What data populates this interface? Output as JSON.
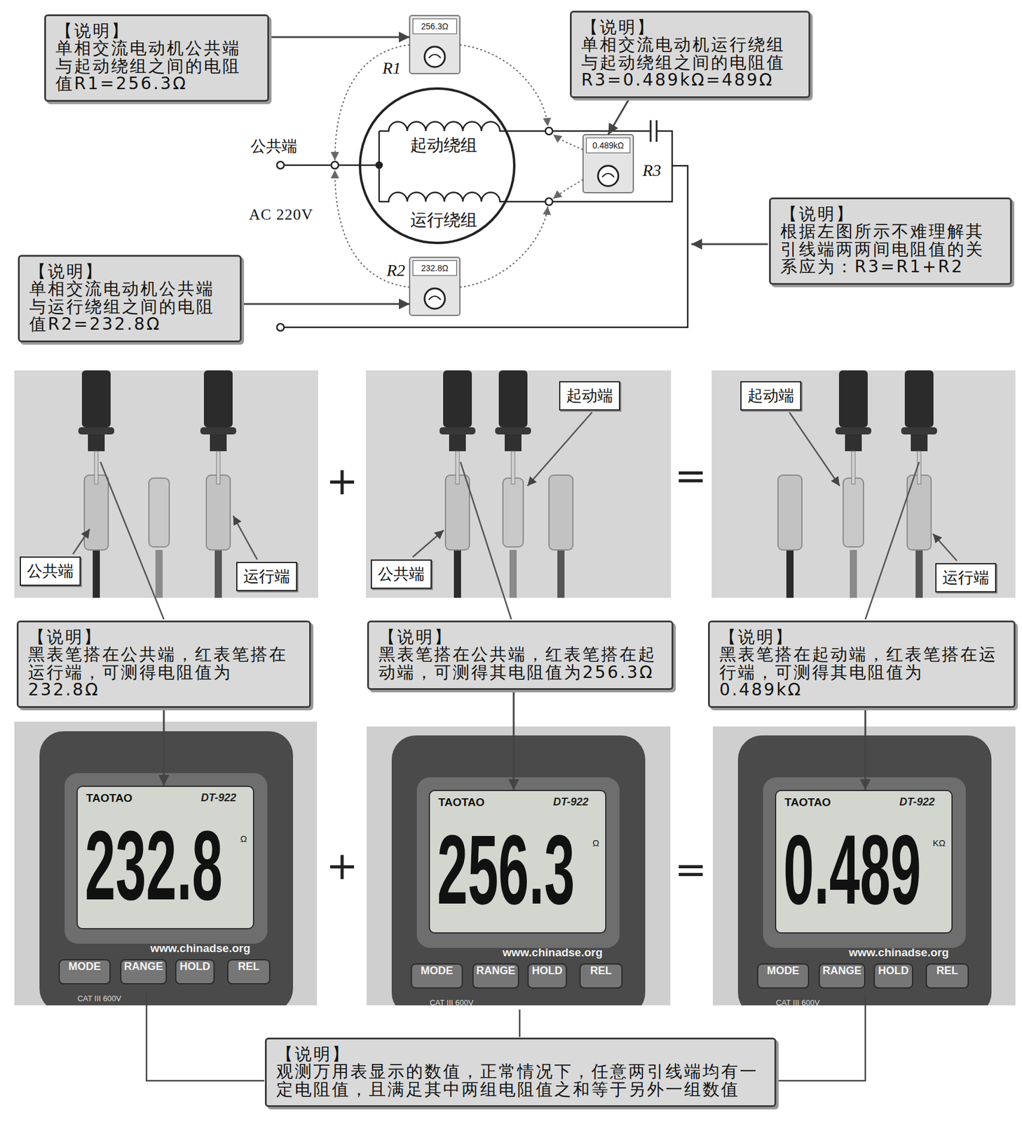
{
  "diagram": {
    "nodes": [
      {
        "text": [
          "【说明】",
          "单相交流电动机公共端与起动绕组之间的电阻值R1=256.3Ω"
        ]
      },
      {
        "text": [
          "256.3Ω"
        ]
      },
      {
        "text": [
          "【说明】",
          "单相交流电动机运行绕组与起动绕组之间的电阻值R3=0.489kΩ=489Ω"
        ]
      },
      {
        "text": [
          "0.489kΩ"
        ]
      },
      {
        "text": [
          "【说明】",
          "根据左图所示不难理解其引线端两两间电阻值的关系应为：R3=R1+R2"
        ]
      },
      {
        "text": [
          "【说明】",
          "单相交流电动机公共端与运行绕组之间的电阻值R2=232.8Ω"
        ]
      },
      {
        "text": [
          "232.8Ω"
        ]
      },
      {
        "text": [
          "公共端"
        ]
      },
      {
        "text": [
          "运行端"
        ]
      },
      {
        "text": [
          "起动端"
        ]
      },
      {
        "text": [
          "公共端"
        ]
      },
      {
        "text": [
          "起动端"
        ]
      },
      {
        "text": [
          "运行端"
        ]
      },
      {
        "text": [
          "【说明】",
          "黑表笔搭在公共端，红表笔搭在运行端，可测得电阻值为232.8Ω"
        ]
      },
      {
        "text": [
          "【说明】",
          "黑表笔搭在公共端，红表笔搭在起动端，可测得其电阻值为256.3Ω"
        ]
      },
      {
        "text": [
          "【说明】",
          "黑表笔搭在起动端，红表笔搭在运行端，可测得其电阻值为0.489kΩ"
        ]
      },
      {
        "text": [
          "TAOTAO",
          "DT-922",
          "232.8",
          "Ω"
        ]
      },
      {
        "text": [
          "MODE"
        ]
      },
      {
        "text": [
          "RANGE"
        ]
      },
      {
        "text": [
          "HOLD"
        ]
      },
      {
        "text": [
          "REL"
        ]
      },
      {
        "text": [
          "TAOTAO",
          "DT-922",
          "256.3",
          "Ω"
        ]
      },
      {
        "text": [
          "MODE"
        ]
      },
      {
        "text": [
          "RANGE"
        ]
      },
      {
        "text": [
          "HOLD"
        ]
      },
      {
        "text": [
          "REL"
        ]
      },
      {
        "text": [
          "TAOTAO",
          "DT-922",
          "0.489",
          "KΩ"
        ]
      },
      {
        "text": [
          "MODE"
        ]
      },
      {
        "text": [
          "RANGE"
        ]
      },
      {
        "text": [
          "HOLD"
        ]
      },
      {
        "text": [
          "REL"
        ]
      },
      {
        "text": [
          "【说明】",
          "观测万用表显示的数值，正常情况下，任意两引线端均有一定电阻值，且满足其中两组电阻值之和等于另外一组数值"
        ]
      }
    ],
    "edges": [
      {
        "from": 0,
        "to": 1,
        "arrow": "to"
      },
      {
        "from": 2,
        "to": 3,
        "arrow": "to"
      },
      {
        "from": 5,
        "to": 6,
        "arrow": "to"
      },
      {
        "from": 13,
        "to": 16,
        "arrow": "to"
      },
      {
        "from": 14,
        "to": 21,
        "arrow": "to"
      },
      {
        "from": 15,
        "to": 26,
        "arrow": "to"
      }
    ],
    "labels": [
      "R1",
      "公共端",
      "起动绕组",
      "R3",
      "AC 220V",
      "运行绕组",
      "R2",
      "+",
      "=",
      "+",
      "=",
      "www.chinadse.org",
      "CAT III 600V",
      "www.chinadse.org",
      "CAT III 600V",
      "www.chinadse.org",
      "CAT III 600V"
    ]
  }
}
